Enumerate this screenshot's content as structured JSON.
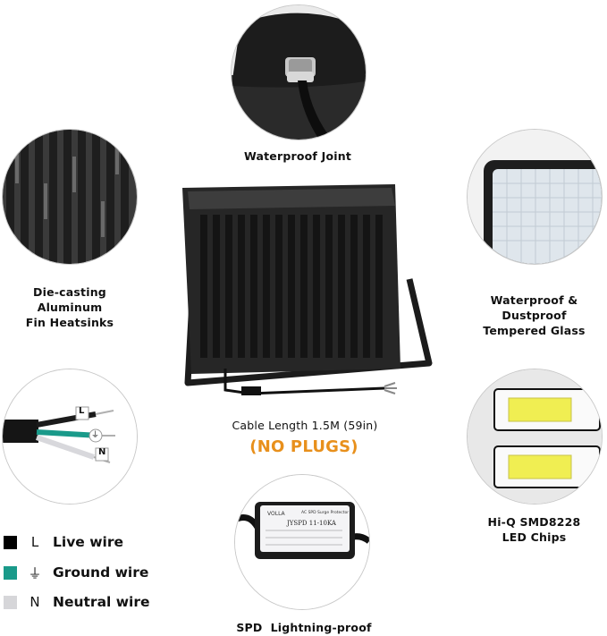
{
  "features": {
    "waterproof_joint": "Waterproof Joint",
    "heatsink_line1": "Die-casting Aluminum",
    "heatsink_line2": "Fin Heatsinks",
    "glass_line1": "Waterproof &",
    "glass_line2": "Dustproof",
    "glass_line3": "Tempered Glass",
    "cable_length": "Cable Length 1.5M (59in)",
    "no_plugs": "(NO PLUGS)",
    "chips_line1": "Hi-Q SMD8228",
    "chips_line2": "LED Chips",
    "spd": "SPD  Lightning-proof"
  },
  "wire_labels": [
    "L",
    "⏚",
    "N"
  ],
  "spd_box": {
    "brand": "VOLLA",
    "model": "JYSPD 11-10KA",
    "title": "AC SPD Surge Protector"
  },
  "legend": [
    {
      "symbol": "L",
      "label": "Live wire",
      "color": "#000000"
    },
    {
      "symbol": "⏚",
      "label": "Ground wire",
      "color": "#1a9a8a"
    },
    {
      "symbol": "N",
      "label": "Neutral wire",
      "color": "#d6d6d9"
    }
  ],
  "colors": {
    "no_plugs": "#e8901c",
    "housing": "#1f1f1f",
    "led_chip": "#f0ee52"
  }
}
